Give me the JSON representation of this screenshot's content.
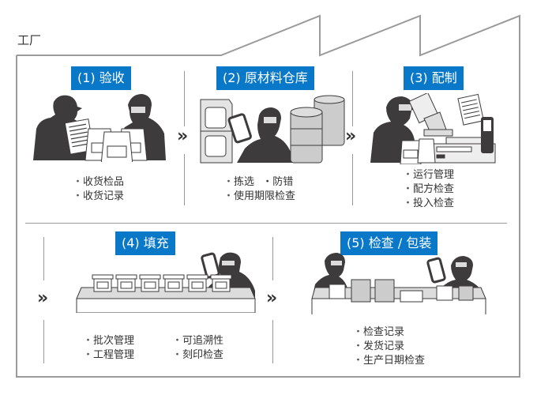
{
  "title": "工厂",
  "colors": {
    "accent": "#0a78c8",
    "figure": "#3d3b3b",
    "outline": "#9a9a9a"
  },
  "steps": [
    {
      "label": "(1) 验收",
      "items": [
        "收货检品",
        "收货记录"
      ]
    },
    {
      "label": "(2) 原材料仓库",
      "items": [
        "拣选",
        "防错",
        "使用期限检查"
      ]
    },
    {
      "label": "(3) 配制",
      "items": [
        "运行管理",
        "配方检查",
        "投入检查"
      ]
    },
    {
      "label": "(4) 填充",
      "items": [
        "批次管理",
        "可追溯性",
        "工程管理",
        "刻印检查"
      ]
    },
    {
      "label": "(5) 检查 / 包装",
      "items": [
        "检查记录",
        "发货记录",
        "生产日期检查"
      ]
    }
  ],
  "arrow_glyph": "»"
}
